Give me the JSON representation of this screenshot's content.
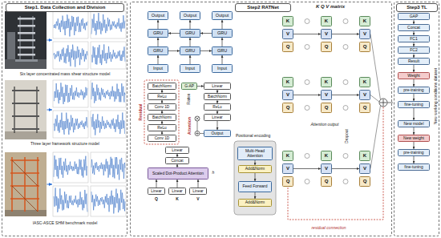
{
  "diagram": {
    "nodes": [
      {
        "text": [
          "Step1. Data Collection and Division"
        ]
      },
      {
        "text": [
          "Step2 RATNet"
        ]
      },
      {
        "text": [
          "Step3 TL"
        ]
      },
      {
        "text": [
          "Output"
        ],
        "in": 1
      },
      {
        "text": [
          "Output"
        ],
        "in": 1
      },
      {
        "text": [
          "Output"
        ],
        "in": 1
      },
      {
        "text": [
          "GRU"
        ],
        "in": 1
      },
      {
        "text": [
          "GRU"
        ],
        "in": 1
      },
      {
        "text": [
          "GRU"
        ],
        "in": 1
      },
      {
        "text": [
          "GRU"
        ],
        "in": 1
      },
      {
        "text": [
          "GRU"
        ],
        "in": 1
      },
      {
        "text": [
          "GRU"
        ],
        "in": 1
      },
      {
        "text": [
          "Input"
        ],
        "in": 1
      },
      {
        "text": [
          "Input"
        ],
        "in": 1
      },
      {
        "text": [
          "Input"
        ],
        "in": 1
      },
      {
        "text": [
          "BatchNorm"
        ],
        "in": 1
      },
      {
        "text": [
          "ReLu"
        ],
        "in": 1
      },
      {
        "text": [
          "Conv 1D"
        ],
        "in": 1
      },
      {
        "text": [
          "BatchNorm"
        ],
        "in": 1
      },
      {
        "text": [
          "ReLu"
        ],
        "in": 1
      },
      {
        "text": [
          "Conv 1D"
        ],
        "in": 1
      },
      {
        "text": [
          "G-AP"
        ],
        "in": 1
      },
      {
        "text": [
          "Linear"
        ],
        "in": 1
      },
      {
        "text": [
          "BatchNorm"
        ],
        "in": 1
      },
      {
        "text": [
          "ReLu"
        ],
        "in": 1
      },
      {
        "text": [
          "Linear"
        ],
        "in": 1
      },
      {
        "text": [
          "Output"
        ],
        "in": 1
      },
      {
        "text": [
          "Linear"
        ],
        "in": 1
      },
      {
        "text": [
          "Concat"
        ],
        "in": 1
      },
      {
        "text": [
          "Scaled Dot-Product Attention"
        ],
        "in": 1
      },
      {
        "text": [
          "Linear"
        ],
        "in": 1
      },
      {
        "text": [
          "Linear"
        ],
        "in": 1
      },
      {
        "text": [
          "Linear"
        ],
        "in": 1
      },
      {
        "text": [
          "Multi-Head Attention"
        ],
        "in": 1
      },
      {
        "text": [
          "Add&Norm"
        ],
        "in": 1
      },
      {
        "text": [
          "Feed Forward"
        ],
        "in": 1
      },
      {
        "text": [
          "Add&Norm"
        ],
        "in": 1
      },
      {
        "text": [
          "K"
        ],
        "in": 1
      },
      {
        "text": [
          "V"
        ],
        "in": 1
      },
      {
        "text": [
          "Q"
        ],
        "in": 1
      },
      {
        "text": [
          "K"
        ],
        "in": 1
      },
      {
        "text": [
          "V"
        ],
        "in": 1
      },
      {
        "text": [
          "Q"
        ],
        "in": 1
      },
      {
        "text": [
          "K"
        ],
        "in": 1
      },
      {
        "text": [
          "V"
        ],
        "in": 1
      },
      {
        "text": [
          "Q"
        ],
        "in": 1
      },
      {
        "text": [
          "K"
        ],
        "in": 1
      },
      {
        "text": [
          "V"
        ],
        "in": 1
      },
      {
        "text": [
          "Q"
        ],
        "in": 1
      },
      {
        "text": [
          "K"
        ],
        "in": 1
      },
      {
        "text": [
          "V"
        ],
        "in": 1
      },
      {
        "text": [
          "Q"
        ],
        "in": 1
      },
      {
        "text": [
          "K"
        ],
        "in": 1
      },
      {
        "text": [
          "V"
        ],
        "in": 1
      },
      {
        "text": [
          "Q"
        ],
        "in": 1
      },
      {
        "text": [
          "K"
        ],
        "in": 1
      },
      {
        "text": [
          "V"
        ],
        "in": 1
      },
      {
        "text": [
          "Q"
        ],
        "in": 1
      },
      {
        "text": [
          "K"
        ],
        "in": 1
      },
      {
        "text": [
          "V"
        ],
        "in": 1
      },
      {
        "text": [
          "Q"
        ],
        "in": 1
      },
      {
        "text": [
          "K"
        ],
        "in": 1
      },
      {
        "text": [
          "V"
        ],
        "in": 1
      },
      {
        "text": [
          "Q"
        ],
        "in": 1
      },
      {
        "text": [
          "GAP"
        ],
        "in": 2
      },
      {
        "text": [
          "Concat"
        ],
        "in": 2
      },
      {
        "text": [
          "FC1"
        ],
        "in": 2
      },
      {
        "text": [
          "FC2"
        ],
        "in": 2
      },
      {
        "text": [
          "Result"
        ],
        "in": 2
      },
      {
        "text": [
          "Weight"
        ],
        "in": 2
      },
      {
        "text": [
          "pre-training"
        ],
        "in": 2
      },
      {
        "text": [
          "fine-tuning"
        ],
        "in": 2
      },
      {
        "text": [
          "New model"
        ],
        "in": 2
      },
      {
        "text": [
          "New weight"
        ],
        "in": 2
      },
      {
        "text": [
          "pre-training"
        ],
        "in": 2
      },
      {
        "text": [
          "fine-tuning"
        ],
        "in": 2
      }
    ],
    "edges": [
      {
        "from": 12,
        "to": 9,
        "arrow": "to"
      },
      {
        "from": 13,
        "to": 10,
        "arrow": "to"
      },
      {
        "from": 14,
        "to": 11,
        "arrow": "to"
      },
      {
        "from": 9,
        "to": 6,
        "arrow": "to"
      },
      {
        "from": 10,
        "to": 7,
        "arrow": "to"
      },
      {
        "from": 11,
        "to": 8,
        "arrow": "to"
      },
      {
        "from": 6,
        "to": 3,
        "arrow": "to"
      },
      {
        "from": 7,
        "to": 4,
        "arrow": "to"
      },
      {
        "from": 8,
        "to": 5,
        "arrow": "to"
      },
      {
        "from": 9,
        "to": 10,
        "arrow": "to"
      },
      {
        "from": 10,
        "to": 11,
        "arrow": "to"
      },
      {
        "from": 8,
        "to": 7,
        "arrow": "to"
      },
      {
        "from": 7,
        "to": 6,
        "arrow": "to"
      },
      {
        "from": 20,
        "to": 19,
        "arrow": "to"
      },
      {
        "from": 19,
        "to": 18,
        "arrow": "to"
      },
      {
        "from": 18,
        "to": 17,
        "arrow": "to"
      },
      {
        "from": 17,
        "to": 16,
        "arrow": "to"
      },
      {
        "from": 16,
        "to": 15,
        "arrow": "to"
      },
      {
        "from": 21,
        "to": 22,
        "arrow": "to"
      },
      {
        "from": 22,
        "to": 23,
        "arrow": "to"
      },
      {
        "from": 23,
        "to": 24,
        "arrow": "to"
      },
      {
        "from": 24,
        "to": 25,
        "arrow": "to"
      },
      {
        "from": 25,
        "to": 26,
        "arrow": "to"
      },
      {
        "from": 30,
        "to": 29,
        "arrow": "to"
      },
      {
        "from": 31,
        "to": 29,
        "arrow": "to"
      },
      {
        "from": 32,
        "to": 29,
        "arrow": "to"
      },
      {
        "from": 29,
        "to": 28,
        "arrow": "to"
      },
      {
        "from": 28,
        "to": 27,
        "arrow": "to"
      },
      {
        "from": 33,
        "to": 34,
        "arrow": "to"
      },
      {
        "from": 34,
        "to": 35,
        "arrow": "to"
      },
      {
        "from": 35,
        "to": 36,
        "arrow": "to"
      },
      {
        "from": 38,
        "to": 47,
        "arrow": "to"
      },
      {
        "from": 47,
        "to": 56,
        "arrow": "to"
      },
      {
        "from": 41,
        "to": 50,
        "arrow": "to"
      },
      {
        "from": 50,
        "to": 59,
        "arrow": "to"
      },
      {
        "from": 44,
        "to": 53,
        "arrow": "to"
      },
      {
        "from": 53,
        "to": 62,
        "arrow": "to"
      },
      {
        "from": 64,
        "to": 65,
        "arrow": "to"
      },
      {
        "from": 65,
        "to": 66,
        "arrow": "to"
      },
      {
        "from": 66,
        "to": 67,
        "arrow": "to"
      },
      {
        "from": 67,
        "to": 68,
        "arrow": "to"
      },
      {
        "from": 68,
        "to": 69,
        "arrow": "to"
      },
      {
        "from": 69,
        "to": 70,
        "arrow": "to"
      },
      {
        "from": 70,
        "to": 71,
        "arrow": "to"
      },
      {
        "from": 71,
        "to": 72,
        "arrow": "to"
      },
      {
        "from": 72,
        "to": 73,
        "arrow": "to"
      },
      {
        "from": 73,
        "to": 74,
        "arrow": "to"
      },
      {
        "from": 74,
        "to": 75,
        "arrow": "to"
      }
    ],
    "labels": [
      "Six layer concentrated mass shear structure model",
      "Three layer framework structure model",
      "IASC-ASCE SHM benchmark model",
      "K Q V matrix",
      "Residual",
      "Flatten",
      "Attention",
      "Positional encoding",
      "h",
      "Q",
      "K",
      "V",
      "Attention output",
      "Dropout",
      "residual connection",
      "New working conditions dataset"
    ]
  }
}
